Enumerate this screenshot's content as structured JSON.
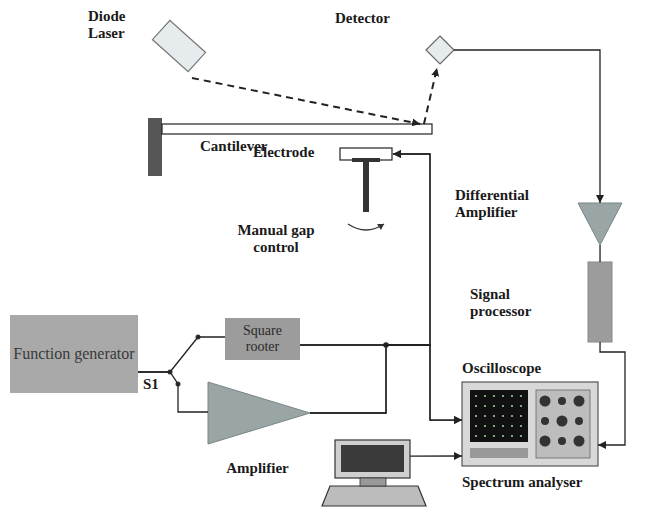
{
  "diagram": {
    "nodes": [
      {
        "text": [
          "Diode Laser"
        ]
      },
      {
        "text": [
          "Detector"
        ]
      },
      {
        "text": [
          "Cantilever"
        ]
      },
      {
        "text": [
          "Electrode"
        ]
      },
      {
        "text": [
          "Differential Amplifier"
        ]
      },
      {
        "text": [
          "Signal processor"
        ]
      },
      {
        "text": [
          "Function generator"
        ]
      },
      {
        "text": [
          "Square rooter"
        ]
      },
      {
        "text": [
          "Amplifier"
        ]
      },
      {
        "text": [
          "Oscilloscope"
        ]
      },
      {
        "text": [
          "Spectrum analyser"
        ]
      }
    ],
    "edges": [
      {
        "from": 0,
        "to": 2,
        "arrow": "to"
      },
      {
        "from": 2,
        "to": 1,
        "arrow": "to"
      },
      {
        "from": 1,
        "to": 4,
        "arrow": "to"
      },
      {
        "from": 4,
        "to": 5,
        "arrow": "none"
      },
      {
        "from": 5,
        "to": 9,
        "arrow": "to"
      },
      {
        "from": 6,
        "to": 7,
        "arrow": "none"
      },
      {
        "from": 6,
        "to": 8,
        "arrow": "none"
      },
      {
        "from": 7,
        "to": 3,
        "arrow": "to"
      },
      {
        "from": 8,
        "to": 3,
        "arrow": "to"
      },
      {
        "from": 7,
        "to": 9,
        "arrow": "to"
      },
      {
        "from": 8,
        "to": 9,
        "arrow": "to"
      },
      {
        "from": 10,
        "to": 9,
        "arrow": "to"
      }
    ],
    "labels": [
      "S1",
      "Manual gap control"
    ]
  }
}
